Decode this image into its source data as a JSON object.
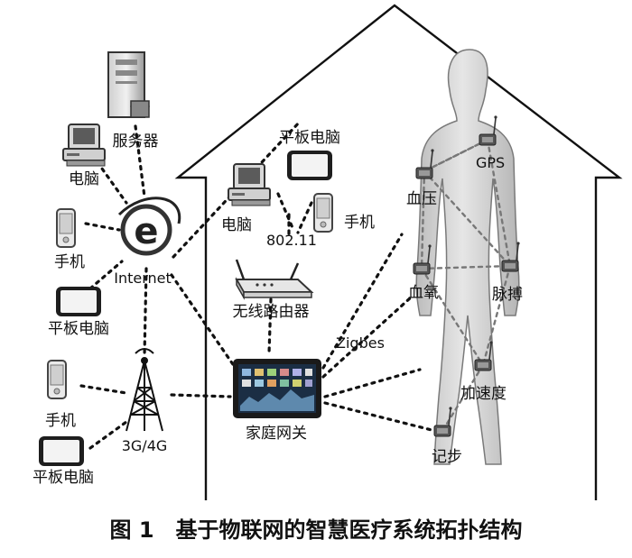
{
  "labels": {
    "server": "服务器",
    "pc_left": "电脑",
    "phone_left_1": "手机",
    "internet": "Internet",
    "tablet_left_1": "平板电脑",
    "phone_left_2": "手机",
    "tower": "3G/4G",
    "tablet_left_2": "平板电脑",
    "tablet_home": "平板电脑",
    "pc_home": "电脑",
    "wifi": "802.11",
    "phone_home": "手机",
    "router": "无线路由器",
    "zigbee": "Zigbes",
    "gateway": "家庭网关",
    "gps": "GPS",
    "blood_pressure": "血压",
    "blood_oxygen": "血氧",
    "pulse": "脉搏",
    "acceleration": "加速度",
    "pedometer": "记步"
  },
  "caption": "图 1　基于物联网的智慧医疗系统拓扑结构",
  "colors": {
    "line": "#111111",
    "body": "#d9d9d9",
    "body_outline": "#777777",
    "gateway_screen": "#1b2e44"
  },
  "icons": {
    "server": "server-icon",
    "pc": "desktop-computer-icon",
    "phone": "mobile-phone-icon",
    "tablet": "tablet-icon",
    "internet": "internet-explorer-icon",
    "tower": "cell-tower-icon",
    "router": "wireless-router-icon",
    "gateway": "home-gateway-tablet-icon",
    "sensor": "sensor-node-icon",
    "human": "human-body-silhouette"
  }
}
